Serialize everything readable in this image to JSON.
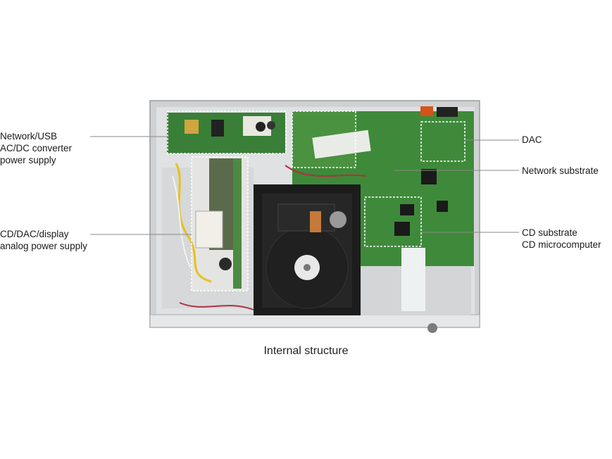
{
  "labels": {
    "network_usb_line1": "Network/USB",
    "network_usb_line2": "AC/DC converter",
    "network_usb_line3": "power supply",
    "analog_line1": "CD/DAC/display",
    "analog_line2": "analog power supply",
    "dac": "DAC",
    "network_substrate": "Network substrate",
    "cd_substrate_line1": "CD substrate",
    "cd_substrate_line2": "CD microcomputer"
  },
  "caption": "Internal structure",
  "colors": {
    "chassis": "#c9cbcc",
    "pcb_green": "#3f8a3a",
    "drive_black": "#1c1c1c",
    "callout_box": "#ffffff",
    "leader_line": "#888888"
  }
}
